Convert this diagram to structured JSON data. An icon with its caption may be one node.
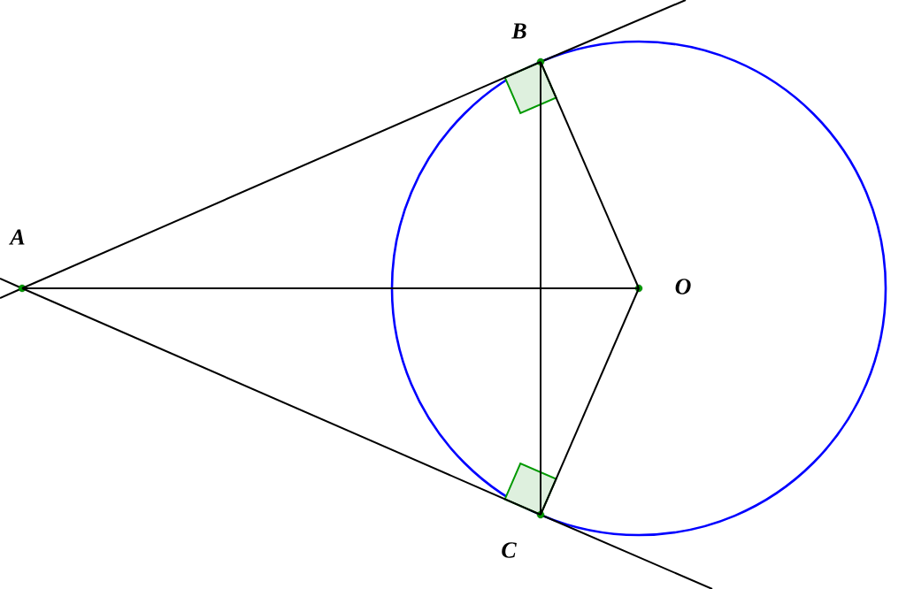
{
  "diagram": {
    "nodes": [
      {
        "text": [],
        "shape": "circle",
        "beside": [
          "A"
        ]
      },
      {
        "text": [],
        "shape": "circle",
        "beside": [
          "B"
        ]
      },
      {
        "text": [],
        "shape": "circle",
        "beside": [
          "O"
        ]
      },
      {
        "text": [],
        "shape": "circle",
        "beside": [
          "C"
        ]
      }
    ],
    "edges": [
      {
        "from": 0,
        "to": 1,
        "arrow": "none"
      },
      {
        "from": 0,
        "to": 3,
        "arrow": "none"
      },
      {
        "from": 0,
        "to": 2,
        "arrow": "none"
      },
      {
        "from": 1,
        "to": 2,
        "arrow": "none"
      },
      {
        "from": 3,
        "to": 2,
        "arrow": "none"
      },
      {
        "from": 1,
        "to": 3,
        "arrow": "none"
      }
    ]
  }
}
